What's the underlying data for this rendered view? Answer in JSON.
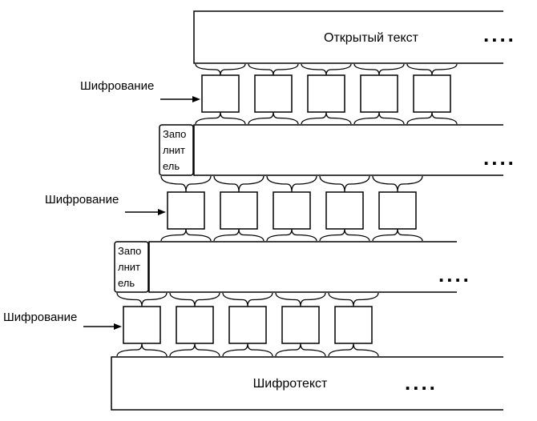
{
  "plaintext_label": "Открытый текст",
  "ciphertext_label": "Шифротекст",
  "continuation_marker": "....",
  "encryption_label": "Шифрование",
  "padding_lines": [
    "Запо",
    "лнит",
    "ель"
  ],
  "colors": {
    "stroke": "#000000",
    "background": "#ffffff"
  }
}
